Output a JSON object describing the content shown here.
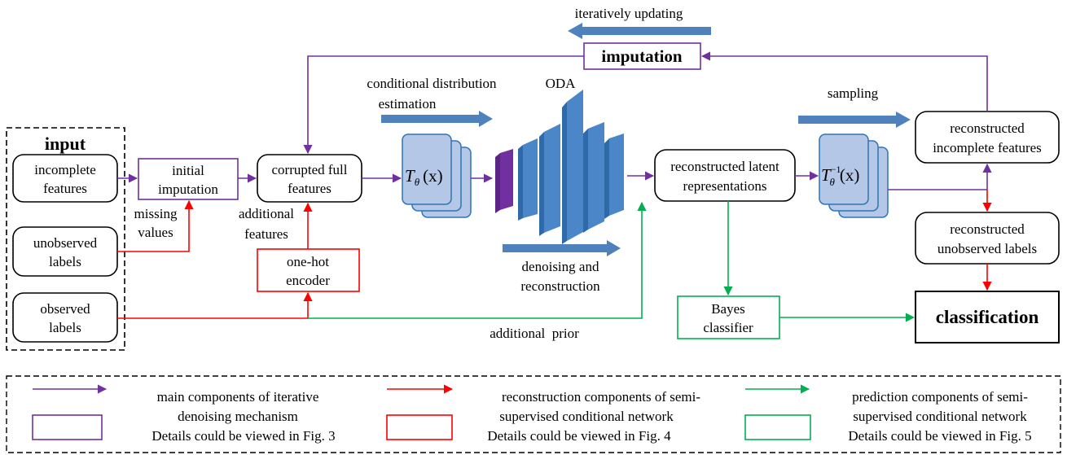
{
  "colors": {
    "main": "#7030a0",
    "reconstruction": "#ff0000",
    "prediction": "#00b050",
    "arrow_band": "#4f81bd",
    "transform_fill": "#b4c7e7",
    "transform_stroke": "#2e75b6",
    "oda_blue": "#4a86c8",
    "oda_purple": "#7030a0"
  },
  "input_group": {
    "title": "input",
    "incomplete_features": [
      "incomplete",
      "features"
    ],
    "unobserved_labels": [
      "unobserved",
      "labels"
    ],
    "observed_labels": [
      "observed",
      "labels"
    ]
  },
  "nodes": {
    "initial_imputation": [
      "initial",
      "imputation"
    ],
    "corrupted_full_features": [
      "corrupted full",
      "features"
    ],
    "one_hot_encoder": [
      "one-hot",
      "encoder"
    ],
    "imputation": "imputation",
    "forward_transform": {
      "symbol": "T",
      "subscript": "θ",
      "argument": "(x)"
    },
    "inverse_transform": {
      "symbol": "T",
      "superscript": "−1",
      "subscript": "θ",
      "argument": "(x)"
    },
    "oda": "ODA",
    "reconstructed_latent": [
      "reconstructed latent",
      "representations"
    ],
    "reconstructed_incomplete": [
      "reconstructed",
      "incomplete features"
    ],
    "reconstructed_unobserved": [
      "reconstructed",
      "unobserved labels"
    ],
    "bayes_classifier": [
      "Bayes",
      "classifier"
    ],
    "classification": "classification"
  },
  "edge_labels": {
    "missing_values": [
      "missing",
      "values"
    ],
    "additional_features": [
      "additional",
      "features"
    ],
    "additional_prior": "additional  prior",
    "iteratively_updating": "iteratively updating",
    "conditional_distribution": [
      "conditional distribution",
      "estimation"
    ],
    "denoising_reconstruction": [
      "denoising and",
      "reconstruction"
    ],
    "sampling": "sampling"
  },
  "legend": [
    {
      "color_key": "main",
      "lines": [
        "main components of iterative",
        "denoising mechanism",
        "Details could be viewed in Fig. 3"
      ]
    },
    {
      "color_key": "reconstruction",
      "lines": [
        "reconstruction components of semi-",
        "supervised conditional network",
        "Details could be viewed in Fig. 4"
      ]
    },
    {
      "color_key": "prediction",
      "lines": [
        "prediction components of semi-",
        "supervised conditional network",
        "Details could be viewed in Fig. 5"
      ]
    }
  ]
}
